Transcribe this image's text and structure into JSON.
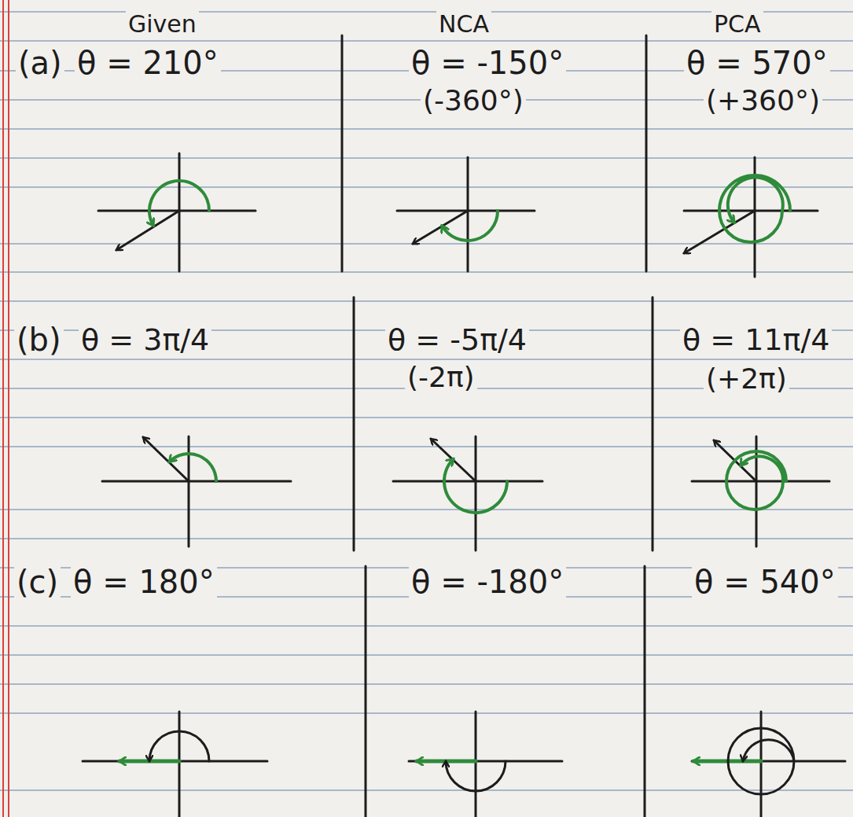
{
  "diagram": {
    "labels": [
      "Given",
      "NCA",
      "PCA",
      "(a)",
      "θ = 210°",
      "θ = -150°",
      "(-360°)",
      "θ = 570°",
      "(+360°)",
      "(b)",
      "θ = 3π/4",
      "θ = -5π/4",
      "(-2π)",
      "θ = 11π/4",
      "(+2π)",
      "(c)",
      "θ = 180°",
      "θ = -180°",
      "θ = 540°"
    ]
  }
}
